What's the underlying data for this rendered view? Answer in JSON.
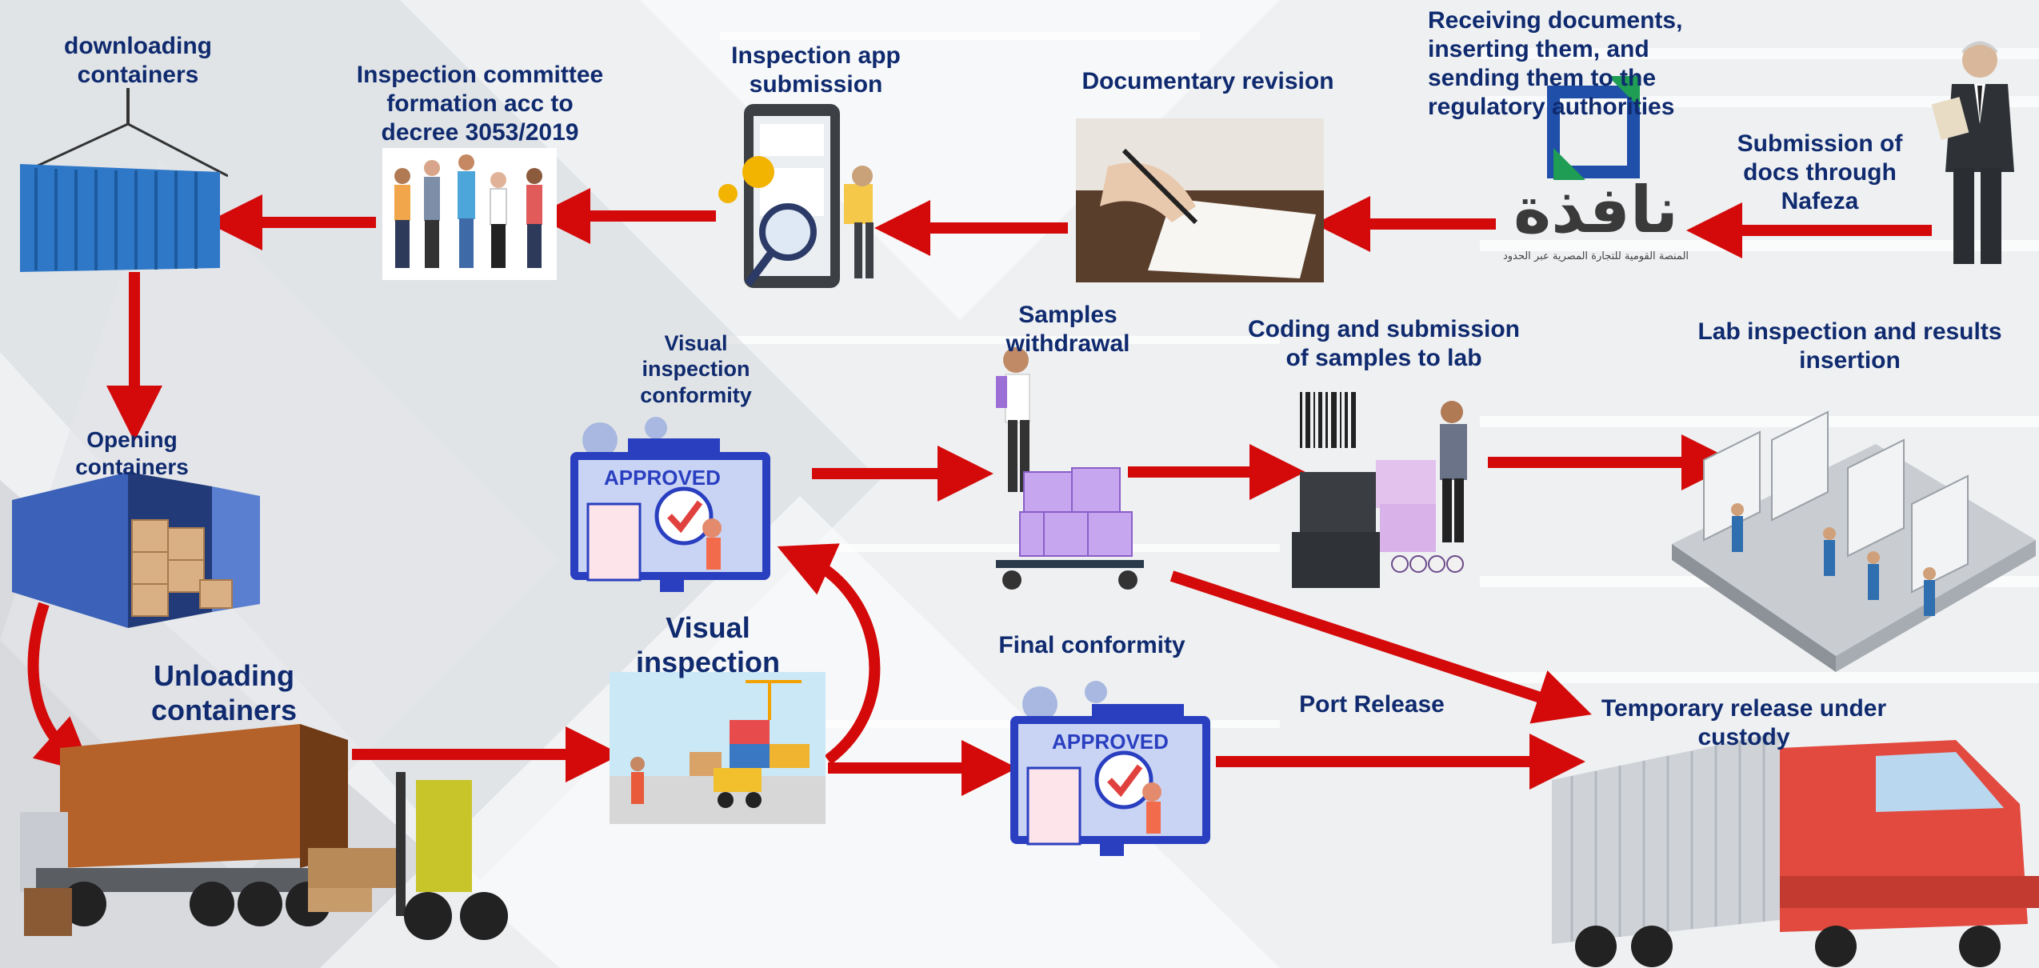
{
  "steps": {
    "submission_nafeza": "Submission of\ndocs through\nNafeza",
    "receiving_docs": "Receiving documents,\ninserting them, and\nsending them to the\nregulatory authorities",
    "documentary_revision": "Documentary revision",
    "inspection_app": "Inspection app\nsubmission",
    "inspection_committee": "Inspection committee\nformation acc to\ndecree 3053/2019",
    "downloading_containers": "downloading\ncontainers",
    "opening_containers": "Opening\ncontainers",
    "unloading_containers": "Unloading\ncontainers",
    "visual_inspection": "Visual\ninspection",
    "visual_conformity": "Visual\ninspection\nconformity",
    "samples_withdrawal": "Samples\nwithdrawal",
    "coding_submission": "Coding and submission\nof samples to lab",
    "lab_inspection": "Lab inspection and results\ninsertion",
    "final_conformity": "Final conformity",
    "port_release": "Port Release",
    "temporary_release": "Temporary release under\ncustody"
  },
  "badges": {
    "approved_1": "APPROVED",
    "approved_2": "APPROVED"
  },
  "logo": {
    "nafeza_arabic": "نافذة",
    "nafeza_subtitle": "المنصة القومية للتجارة المصرية عبر الحدود"
  },
  "colors": {
    "arrow": "#d40a0a",
    "label": "#0f2a6e",
    "container_blue": "#2f78c8",
    "approved_blue": "#2a3fc0"
  }
}
